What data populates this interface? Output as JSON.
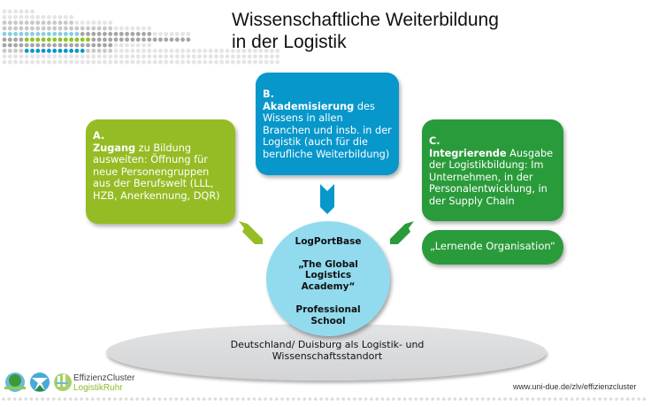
{
  "title": {
    "line1": "Wissenschaftliche Weiterbildung",
    "line2": "in der Logistik"
  },
  "boxA": {
    "letter": "A.",
    "bold": "Zugang",
    "text": " zu Bildung ausweiten: Öffnung für neue Personengruppen aus der Berufswelt (LLL, HZB, Anerkennung, DQR)",
    "color": "#95bc24"
  },
  "boxB": {
    "letter": "B.",
    "bold": "Akademisierung",
    "text": " des Wissens in allen Branchen und insb. in der Logistik (auch für die berufliche Weiterbildung)",
    "color": "#0797cb"
  },
  "boxC": {
    "letter": "C.",
    "bold": "Integrierende",
    "text": " Ausgabe der Logistikbildung: Im Unternehmen, in der Personalentwicklung, in der Supply Chain",
    "color": "#2a9b3b"
  },
  "boxL": {
    "text": "„Lernende Organisation“"
  },
  "circle": {
    "line1": "LogPortBase",
    "line2": "„The Global Logistics Academy“",
    "line3": "Professional School"
  },
  "base": {
    "text": "Deutschland/ Duisburg als Logistik- und Wissenschaftsstandort"
  },
  "logo": {
    "line1": "EffizienzCluster",
    "line2": "LogistikRuhr"
  },
  "footer": {
    "url": "www.uni-due.de/zlv/effizienzcluster"
  }
}
